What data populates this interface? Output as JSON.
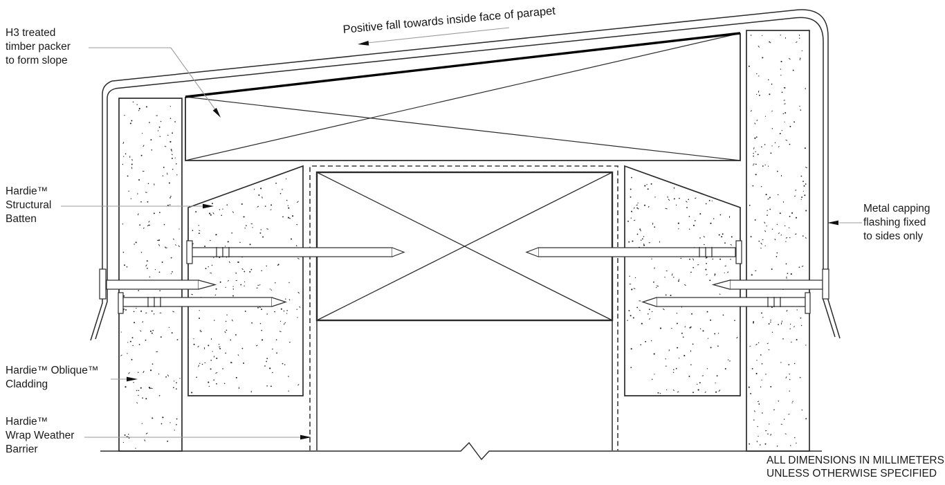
{
  "colors": {
    "line": "#2a2a2a",
    "leader": "#9a9a9a",
    "background": "#ffffff"
  },
  "labels": {
    "h3_packer": "H3 treated\ntimber packer\nto form slope",
    "structural_batten": "Hardie™\nStructural\nBatten",
    "oblique_cladding": "Hardie™ Oblique™\nCladding",
    "wrap_barrier": "Hardie™\nWrap Weather\nBarrier",
    "metal_capping": "Metal capping\nflashing fixed\nto sides only",
    "positive_fall": "Positive fall towards inside face of parapet",
    "dimensions_note": "ALL DIMENSIONS IN MILLIMETERS\nUNLESS OTHERWISE SPECIFIED"
  }
}
